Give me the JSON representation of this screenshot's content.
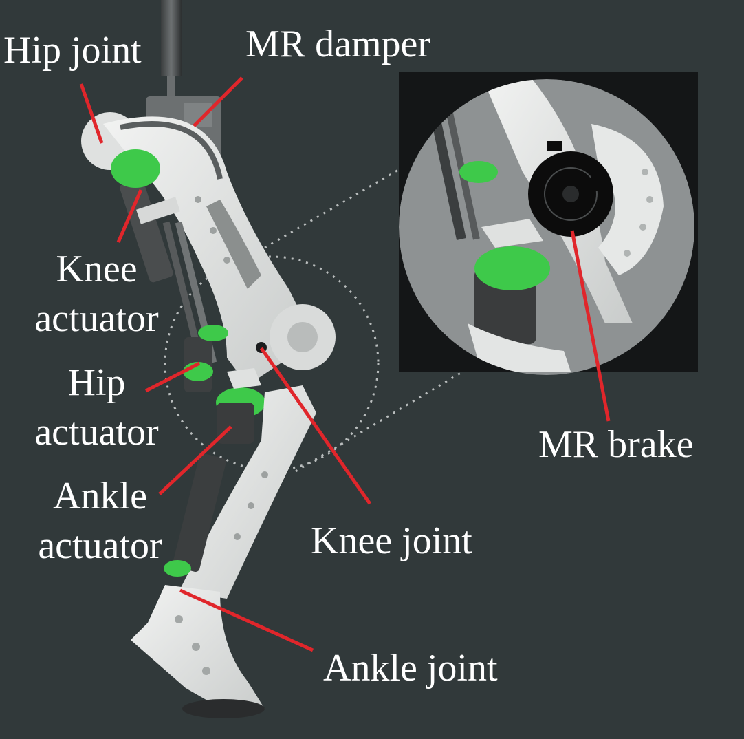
{
  "labels": {
    "hip_joint": "Hip joint",
    "mr_damper": "MR damper",
    "knee_actuator_1": "Knee",
    "knee_actuator_2": "actuator",
    "hip_actuator_1": "Hip",
    "hip_actuator_2": "actuator",
    "ankle_actuator_1": "Ankle",
    "ankle_actuator_2": "actuator",
    "knee_joint": "Knee joint",
    "mr_brake": "MR brake",
    "ankle_joint": "Ankle joint"
  },
  "colors": {
    "background": "#31393a",
    "leader_line": "#e0262b",
    "label_text": "#ffffff",
    "actuator_green": "#3ec94a",
    "frame_white": "#e9ebea",
    "brake_black": "#0c0c0c",
    "inset_grey": "#8e9293"
  }
}
